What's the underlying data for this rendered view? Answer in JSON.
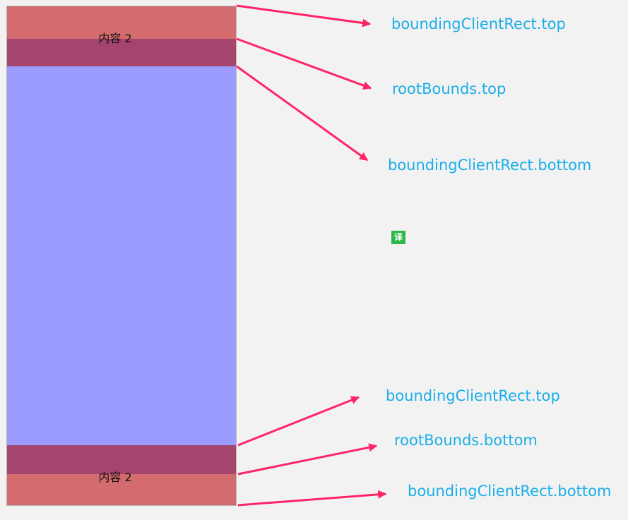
{
  "blocks": {
    "top_content_label": "内容 2",
    "bottom_content_label": "内容 2"
  },
  "annotations": [
    "boundingClientRect.top",
    "rootBounds.top",
    "boundingClientRect.bottom",
    "boundingClientRect.top",
    "rootBounds.bottom",
    "boundingClientRect.bottom"
  ],
  "translate_badge": "译",
  "colors": {
    "content_block": "#d36b6f",
    "overlap_region": "#a5446c",
    "root_viewport": "#9c9cff",
    "arrow": "#ff2466",
    "annotation_text": "#1aaee8",
    "background": "#f2f2f2",
    "translate_badge": "#2fb64a"
  }
}
